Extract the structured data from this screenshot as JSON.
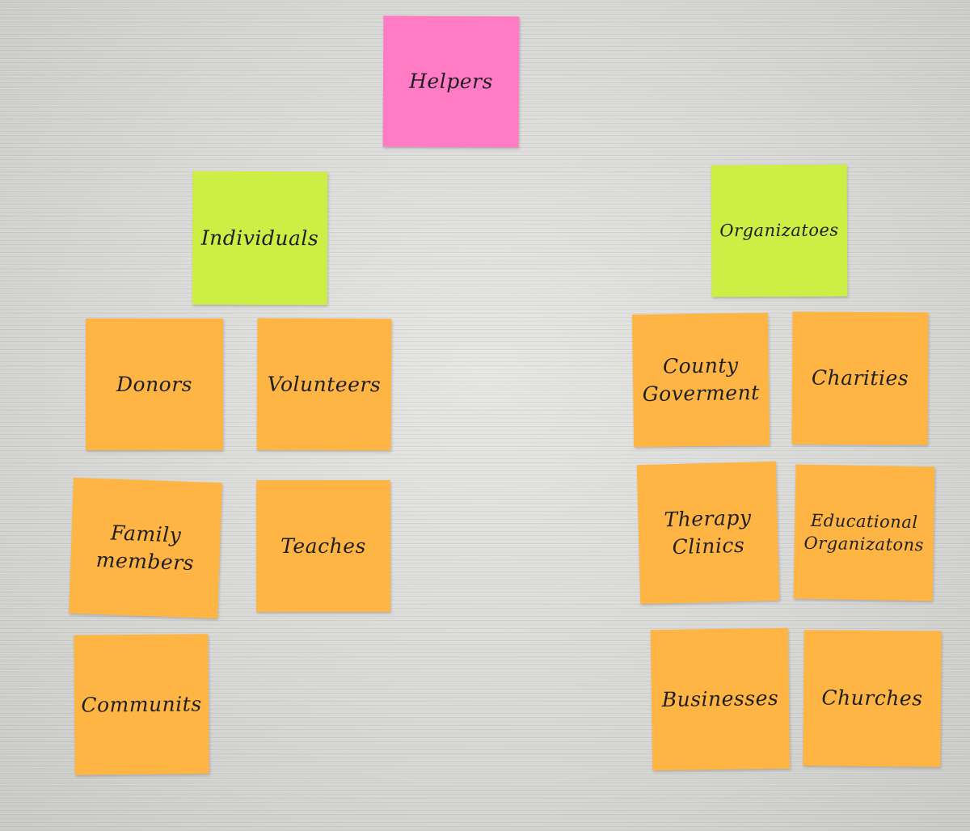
{
  "board": {
    "root": {
      "label": "Helpers",
      "color": "#ff7bc4"
    },
    "groups": [
      {
        "label": "Individuals",
        "color": "#cdee44",
        "items": [
          "Donors",
          "Volunteers",
          "Family members",
          "Teaches",
          "Communits"
        ]
      },
      {
        "label": "Organizatoes",
        "color": "#cdee44",
        "items": [
          "County Goverment",
          "Charities",
          "Therapy Clinics",
          "Educational Organizatons",
          "Businesses",
          "Churches"
        ]
      }
    ],
    "item_color": "#ffb544"
  }
}
